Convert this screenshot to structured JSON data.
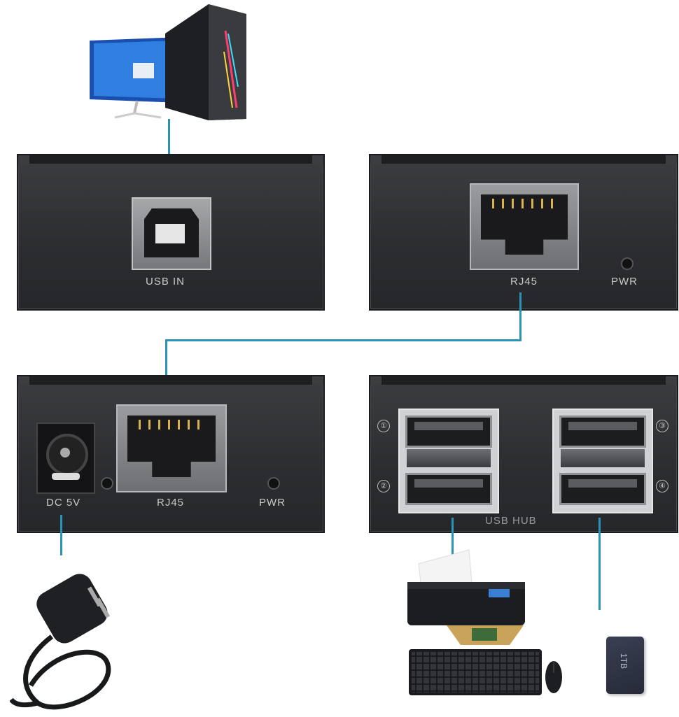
{
  "units": {
    "transmitter_front": {
      "port_label": "USB IN"
    },
    "receiver_front": {
      "port_label": "RJ45",
      "indicator_label": "PWR"
    },
    "transmitter_back": {
      "power_label": "DC 5V",
      "port_label": "RJ45",
      "indicator_label": "PWR"
    },
    "receiver_back": {
      "hub_label": "USB HUB",
      "port_numbers": [
        "①",
        "②",
        "③",
        "④"
      ]
    }
  },
  "devices": {
    "drive_label": "1TB"
  },
  "colors": {
    "cable": "#2a93b8",
    "housing": "#2f3033"
  },
  "icons": [
    "computer-icon",
    "power-adapter-icon",
    "printer-icon",
    "keyboard-icon",
    "mouse-icon",
    "hard-drive-icon"
  ]
}
